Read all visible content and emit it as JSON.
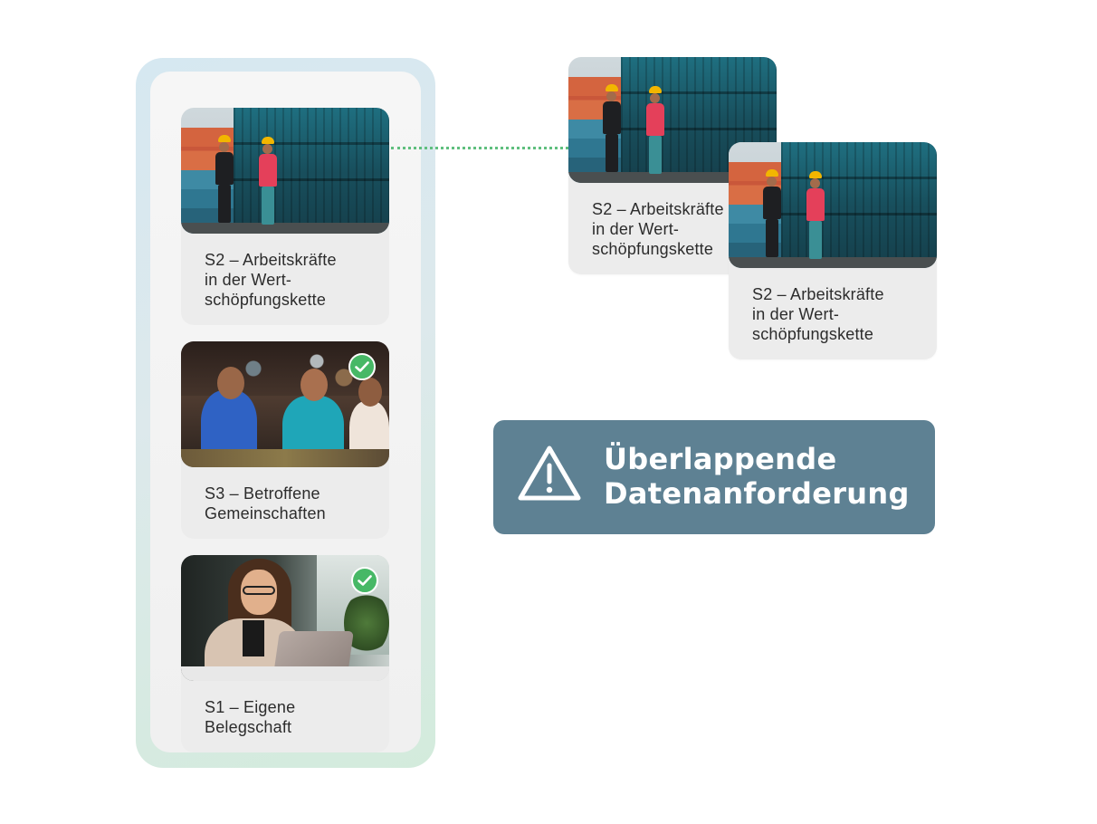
{
  "stakeholder_cards": [
    {
      "label": "S2 – Arbeitskräfte\nin der Wert-\nschöpfungskette",
      "checked": false,
      "image": "container-workers-photo"
    },
    {
      "label": "S3 – Betroffene\nGemeinschaften",
      "checked": true,
      "image": "community-women-photo"
    },
    {
      "label": "S1 – Eigene\nBelegschaft",
      "checked": true,
      "image": "office-woman-laptop-photo"
    }
  ],
  "floating_cards": [
    {
      "label": "S2 – Arbeitskräfte\nin der Wert-\nschöpfungskette"
    },
    {
      "label": "S2 – Arbeitskräfte\nin der Wert-\nschöpfungskette"
    }
  ],
  "warning": {
    "text": "Überlappende\nDatenanforderung",
    "icon": "warning-triangle-icon"
  },
  "colors": {
    "check_green": "#47b866",
    "connector_green": "#5fbf7e",
    "warning_bg": "#5e8193",
    "card_bg": "#ececec"
  }
}
